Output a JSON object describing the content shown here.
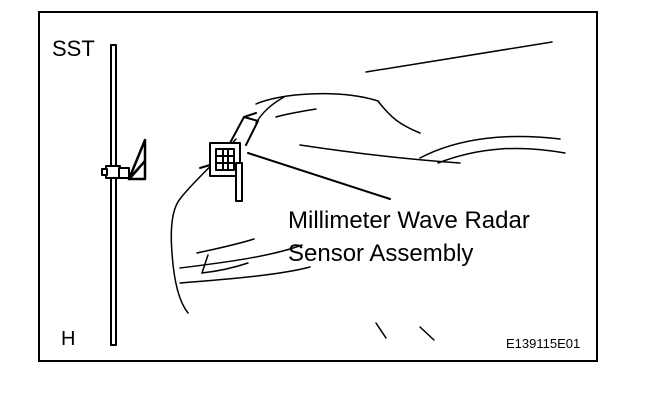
{
  "labels": {
    "tool": "SST",
    "position": "H",
    "callout_line1": "Millimeter Wave Radar",
    "callout_line2": "Sensor Assembly",
    "figure_id": "E139115E01"
  }
}
